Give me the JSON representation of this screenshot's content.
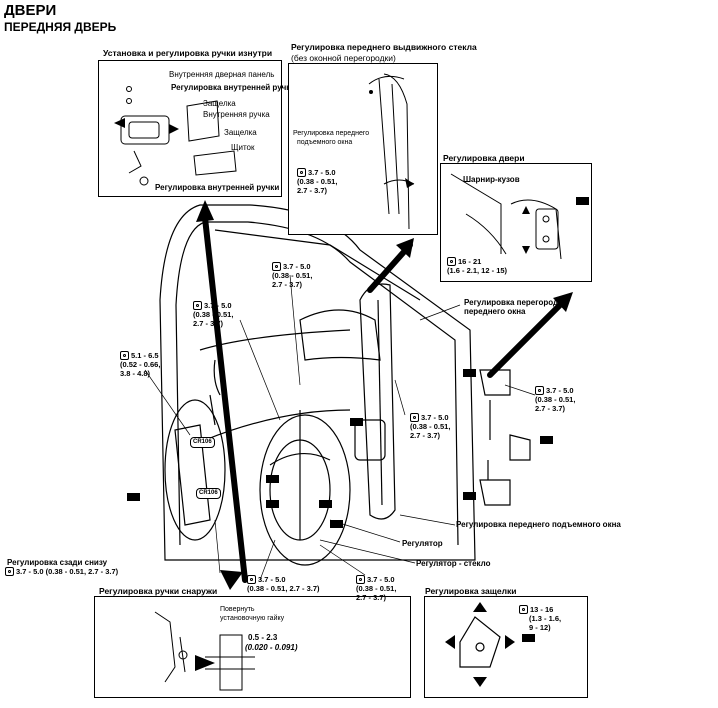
{
  "header": {
    "title": "ДВЕРИ",
    "subtitle": "ПЕРЕДНЯЯ ДВЕРЬ"
  },
  "panels": {
    "inner_handle": {
      "title": "Установка и регулировка ручки изнутри",
      "labels": {
        "inner_panel": "Внутренняя дверная панель",
        "inner_handle_adj": "Регулировка внутренней ручки",
        "latch": "Защелка",
        "inner_handle": "Внутренняя ручка",
        "latch2": "Защелка",
        "shield": "Щиток",
        "inner_handle_adj_bottom": "Регулировка внутренней ручки"
      }
    },
    "glass": {
      "title_line1": "Регулировка переднего выдвижного стекла",
      "title_line2": "(без оконной перегородки)",
      "callout_line1": "Регулировка переднего",
      "callout_line2": "подъемного окна",
      "torque_line1": "3.7 - 5.0",
      "torque_line2": "(0.38 - 0.51,",
      "torque_line3": "2.7 - 3.7)"
    },
    "door_adj": {
      "title": "Регулировка двери",
      "hinge": "Шарнир-кузов",
      "torque_line1": "16 - 21",
      "torque_line2": "(1.6 - 2.1, 12 - 15)"
    },
    "outer_handle": {
      "title": "Регулировка ручки снаружи",
      "turn_line1": "Повернуть",
      "turn_line2": "установочную гайку",
      "range_line1": "0.5 - 2.3",
      "range_line2": "(0.020 - 0.091)"
    },
    "latch_adj": {
      "title": "Регулировка защелки",
      "torque_line1": "13 - 16",
      "torque_line2": "(1.3 - 1.6,",
      "torque_line3": "9 - 12)"
    }
  },
  "main": {
    "torques": {
      "t_top_mid": [
        "3.7 - 5.0",
        "(0.38 - 0.51,",
        "2.7 - 3.7)"
      ],
      "t_upper_left": [
        "3.7 - 5.0",
        "(0.38 - 0.51,",
        "2.7 - 3.7)"
      ],
      "t_left": [
        "5.1 - 6.5",
        "(0.52 - 0.66,",
        "3.8 - 4.8)"
      ],
      "t_center_right": [
        "3.7 - 5.0",
        "(0.38 - 0.51,",
        "2.7 - 3.7)"
      ],
      "t_hinge": [
        "3.7 - 5.0",
        "(0.38 - 0.51,",
        "2.7 - 3.7)"
      ],
      "t_bottom_mid": [
        "3.7 - 5.0",
        "(0.38 - 0.51, 2.7 - 3.7)"
      ],
      "t_bottom_right": [
        "3.7 - 5.0",
        "(0.38 - 0.51,",
        "2.7 - 3.7)"
      ]
    },
    "labels": {
      "partition_line1": "Регулировка перегородки",
      "partition_line2": "переднего окна",
      "window_adj": "Регулировка переднего подъемного окна",
      "regulator": "Регулятор",
      "regulator_glass": "Регулятор - стекло",
      "rear_adj": "Регулировка сзади снизу",
      "rear_adj_torque": "3.7 - 5.0 (0.38 - 0.51, 2.7 - 3.7)",
      "cr1": "CR106",
      "cr2": "CR106"
    }
  }
}
